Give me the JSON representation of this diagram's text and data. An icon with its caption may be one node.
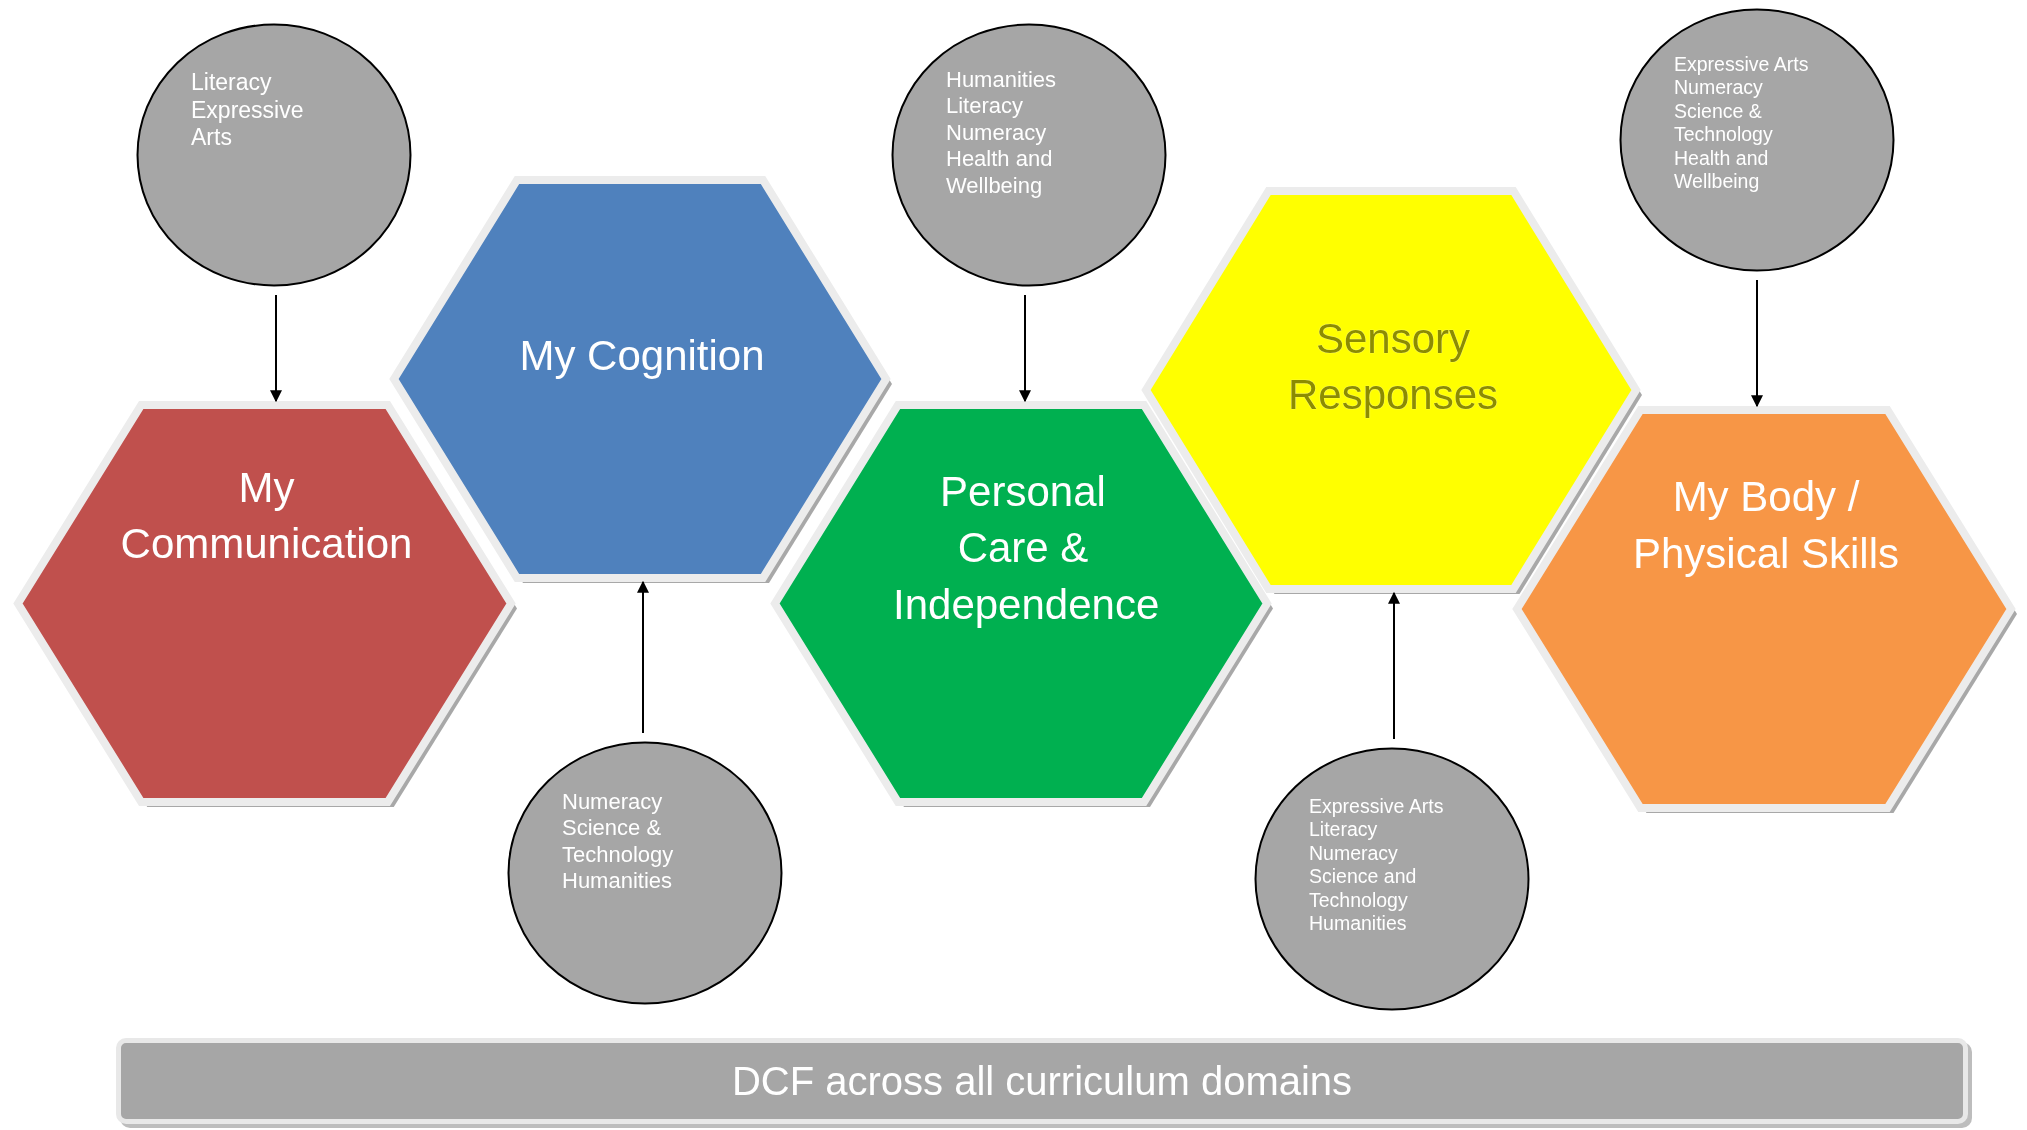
{
  "diagram": {
    "nodes": [
      {
        "text": [
          "Literacy",
          "Expressive Arts"
        ]
      },
      {
        "text": [
          "My Communication"
        ]
      },
      {
        "text": [
          "My Cognition"
        ]
      },
      {
        "text": [
          "Numeracy",
          "Science & Technology",
          "Humanities"
        ]
      },
      {
        "text": [
          "Humanities",
          "Literacy",
          "Numeracy",
          "Health and Wellbeing"
        ]
      },
      {
        "text": [
          "Personal Care & Independence"
        ]
      },
      {
        "text": [
          "Sensory Responses"
        ]
      },
      {
        "text": [
          "Expressive Arts",
          "Literacy",
          "Numeracy",
          "Science and Technology",
          "Humanities"
        ]
      },
      {
        "text": [
          "Expressive Arts",
          "Numeracy",
          "Science & Technology",
          "Health and Wellbeing"
        ]
      },
      {
        "text": [
          "My Body / Physical Skills"
        ]
      },
      {
        "text": [
          "DCF across all curriculum domains"
        ]
      }
    ],
    "edges": [
      {
        "from": 0,
        "to": 1,
        "arrow": "to"
      },
      {
        "from": 3,
        "to": 2,
        "arrow": "to"
      },
      {
        "from": 4,
        "to": 5,
        "arrow": "to"
      },
      {
        "from": 7,
        "to": 6,
        "arrow": "to"
      },
      {
        "from": 8,
        "to": 9,
        "arrow": "to"
      }
    ]
  }
}
